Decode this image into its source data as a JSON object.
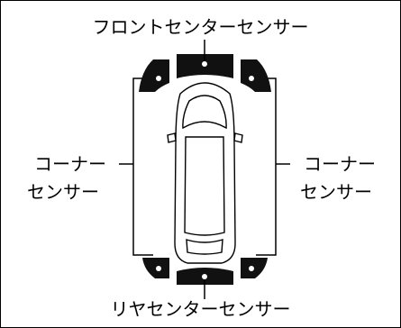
{
  "labels": {
    "front_center": "フロントセンターセンサー",
    "rear_center": "リヤセンターセンサー",
    "corner_left_line1": "コーナー",
    "corner_left_line2": "センサー",
    "corner_right_line1": "コーナー",
    "corner_right_line2": "センサー"
  },
  "colors": {
    "sensor_fill": "#111111",
    "outline": "#000000",
    "background": "#ffffff"
  },
  "icons": [
    "car-outline",
    "sensor-zone",
    "sensor-dot"
  ]
}
